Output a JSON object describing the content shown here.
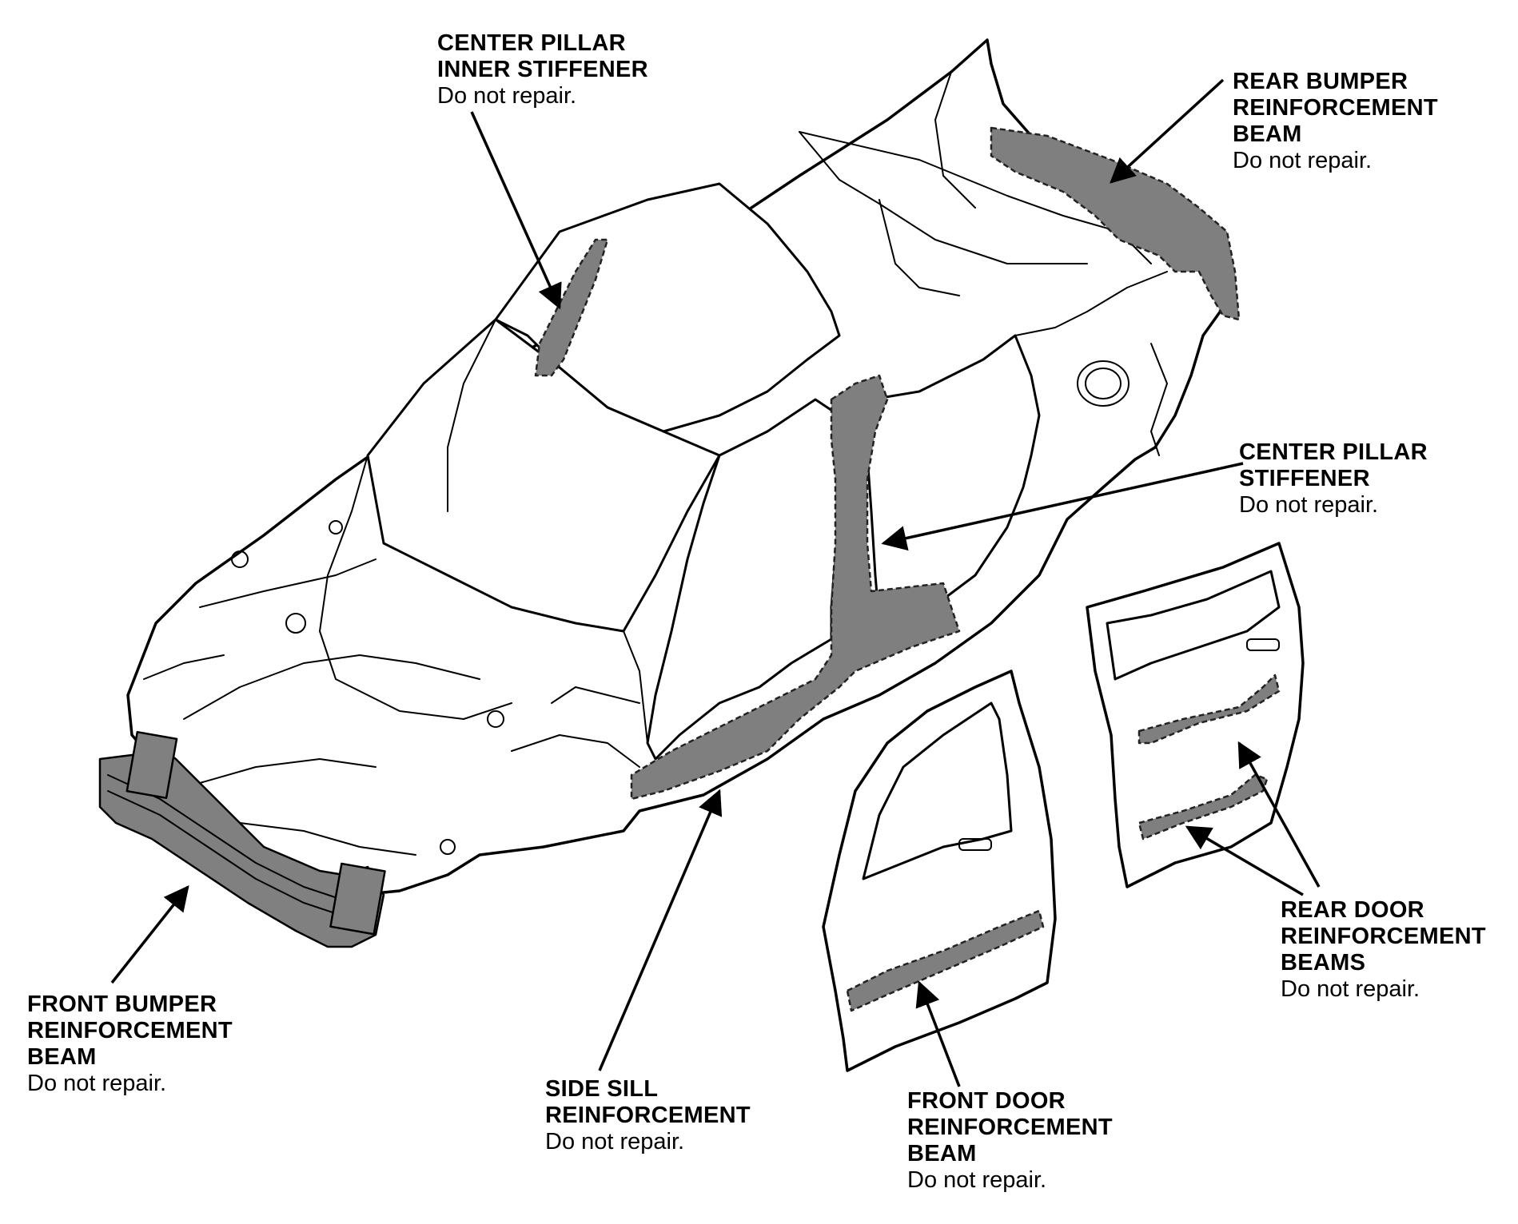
{
  "callouts": {
    "center_pillar_inner_stiffener": {
      "title": "CENTER PILLAR\nINNER STIFFENER",
      "note": "Do not repair."
    },
    "rear_bumper_reinforcement_beam": {
      "title": "REAR BUMPER\nREINFORCEMENT\nBEAM",
      "note": "Do not repair."
    },
    "center_pillar_stiffener": {
      "title": "CENTER PILLAR\nSTIFFENER",
      "note": "Do not repair."
    },
    "rear_door_reinforcement_beams": {
      "title": "REAR DOOR\nREINFORCEMENT\nBEAMS",
      "note": "Do not repair."
    },
    "front_bumper_reinforcement_beam": {
      "title": "FRONT BUMPER\nREINFORCEMENT\nBEAM",
      "note": "Do not repair."
    },
    "side_sill_reinforcement": {
      "title": "SIDE SILL\nREINFORCEMENT",
      "note": "Do not repair."
    },
    "front_door_reinforcement_beam": {
      "title": "FRONT DOOR\nREINFORCEMENT\nBEAM",
      "note": "Do not repair."
    }
  },
  "colors": {
    "highlight_part": "#808080",
    "line": "#000000",
    "background": "#ffffff"
  }
}
